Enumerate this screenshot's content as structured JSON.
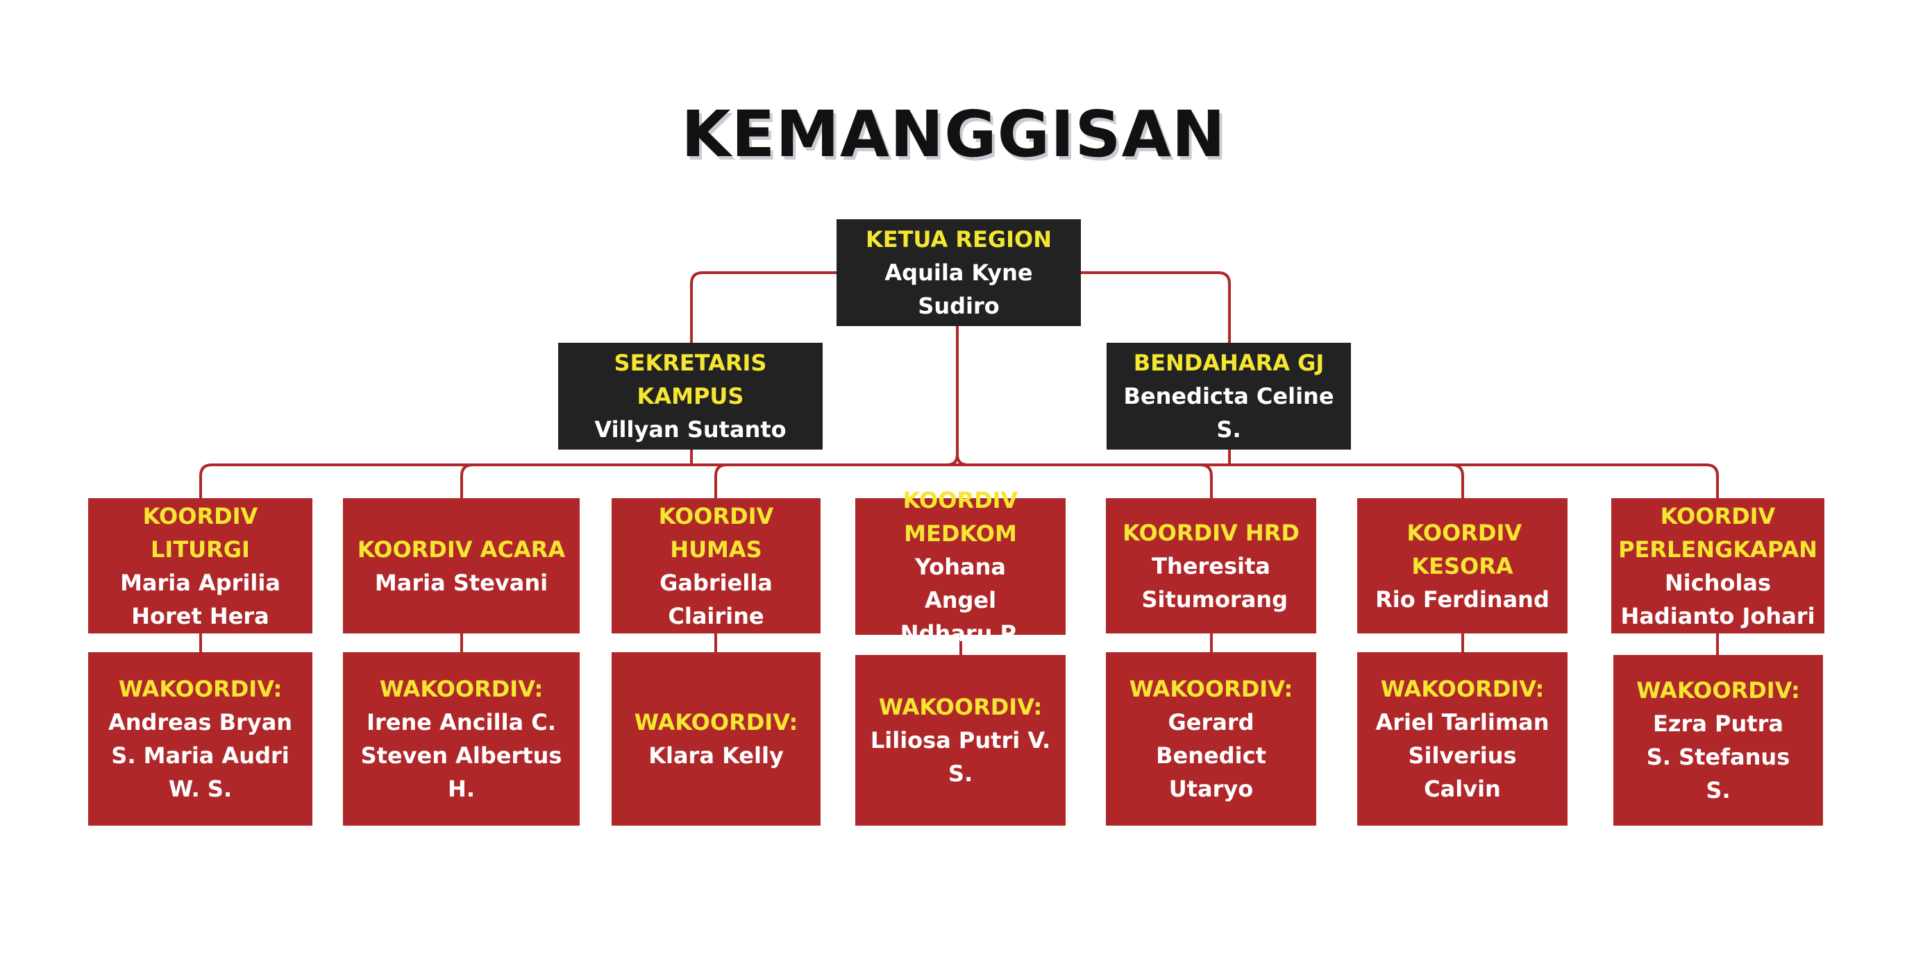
{
  "title": "KEMANGGISAN",
  "colors": {
    "dark_box": "#222222",
    "red_box": "#b0272a",
    "role_text": "#f5e632",
    "name_text": "#ffffff",
    "connector": "#b0272a"
  },
  "top": {
    "role": "KETUA REGION",
    "name": "Aquila Kyne Sudiro"
  },
  "secretary": {
    "role": "SEKRETARIS KAMPUS",
    "name": "Villyan Sutanto"
  },
  "treasurer": {
    "role": "BENDAHARA GJ",
    "name": "Benedicta Celine S."
  },
  "divisions": [
    {
      "role": "KOORDIV LITURGI",
      "name": "Maria Aprilia Horet Hera",
      "vice_role": "WAKOORDIV:",
      "vice": "Andreas Bryan S. Maria Audri W. S."
    },
    {
      "role": "KOORDIV ACARA",
      "name": "Maria Stevani",
      "vice_role": "WAKOORDIV:",
      "vice": "Irene Ancilla C. Steven Albertus H."
    },
    {
      "role": "KOORDIV HUMAS",
      "name": "Gabriella Clairine",
      "vice_role": "WAKOORDIV:",
      "vice": "Klara Kelly"
    },
    {
      "role": "KOORDIV MEDKOM",
      "name": "Yohana Angel Ndharu P.",
      "vice_role": "WAKOORDIV:",
      "vice": "Liliosa Putri V. S."
    },
    {
      "role": "KOORDIV HRD",
      "name": "Theresita Situmorang",
      "vice_role": "WAKOORDIV:",
      "vice": "Gerard Benedict Utaryo"
    },
    {
      "role": "KOORDIV KESORA",
      "name": "Rio Ferdinand",
      "vice_role": "WAKOORDIV:",
      "vice": "Ariel Tarliman Silverius Calvin"
    },
    {
      "role": "KOORDIV PERLENGKAPAN",
      "name": "Nicholas Hadianto Johari",
      "vice_role": "WAKOORDIV:",
      "vice": "Ezra Putra S. Stefanus S."
    }
  ]
}
